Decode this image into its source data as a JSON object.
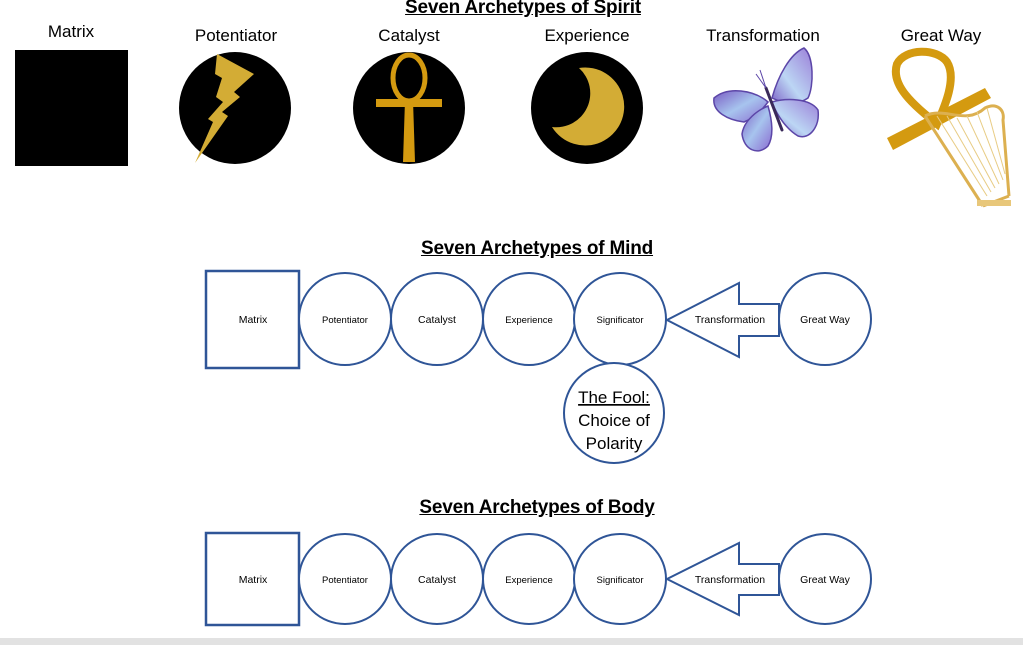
{
  "spirit": {
    "title": "Seven Archetypes of Spirit",
    "items": [
      {
        "label": "Matrix",
        "icon": "black-square-icon"
      },
      {
        "label": "Potentiator",
        "icon": "lightning-bolt-icon"
      },
      {
        "label": "Catalyst",
        "icon": "ankh-icon"
      },
      {
        "label": "Experience",
        "icon": "crescent-moon-icon"
      },
      {
        "label": "Transformation",
        "icon": "butterfly-icon"
      },
      {
        "label": "Great Way",
        "icon": "ankh-harp-icon"
      }
    ]
  },
  "mind": {
    "title": "Seven Archetypes of Mind",
    "nodes": [
      "Matrix",
      "Potentiator",
      "Catalyst",
      "Experience",
      "Significator"
    ],
    "arrow_label": "Transformation",
    "end_node": "Great Way",
    "fool": {
      "title": "The Fool:",
      "line1": "Choice of",
      "line2": "Polarity"
    }
  },
  "body": {
    "title": "Seven Archetypes of Body",
    "nodes": [
      "Matrix",
      "Potentiator",
      "Catalyst",
      "Experience",
      "Significator"
    ],
    "arrow_label": "Transformation",
    "end_node": "Great Way"
  },
  "colors": {
    "outline": "#2f5597",
    "gold": "#d4a017",
    "icon_bg": "#000000"
  }
}
